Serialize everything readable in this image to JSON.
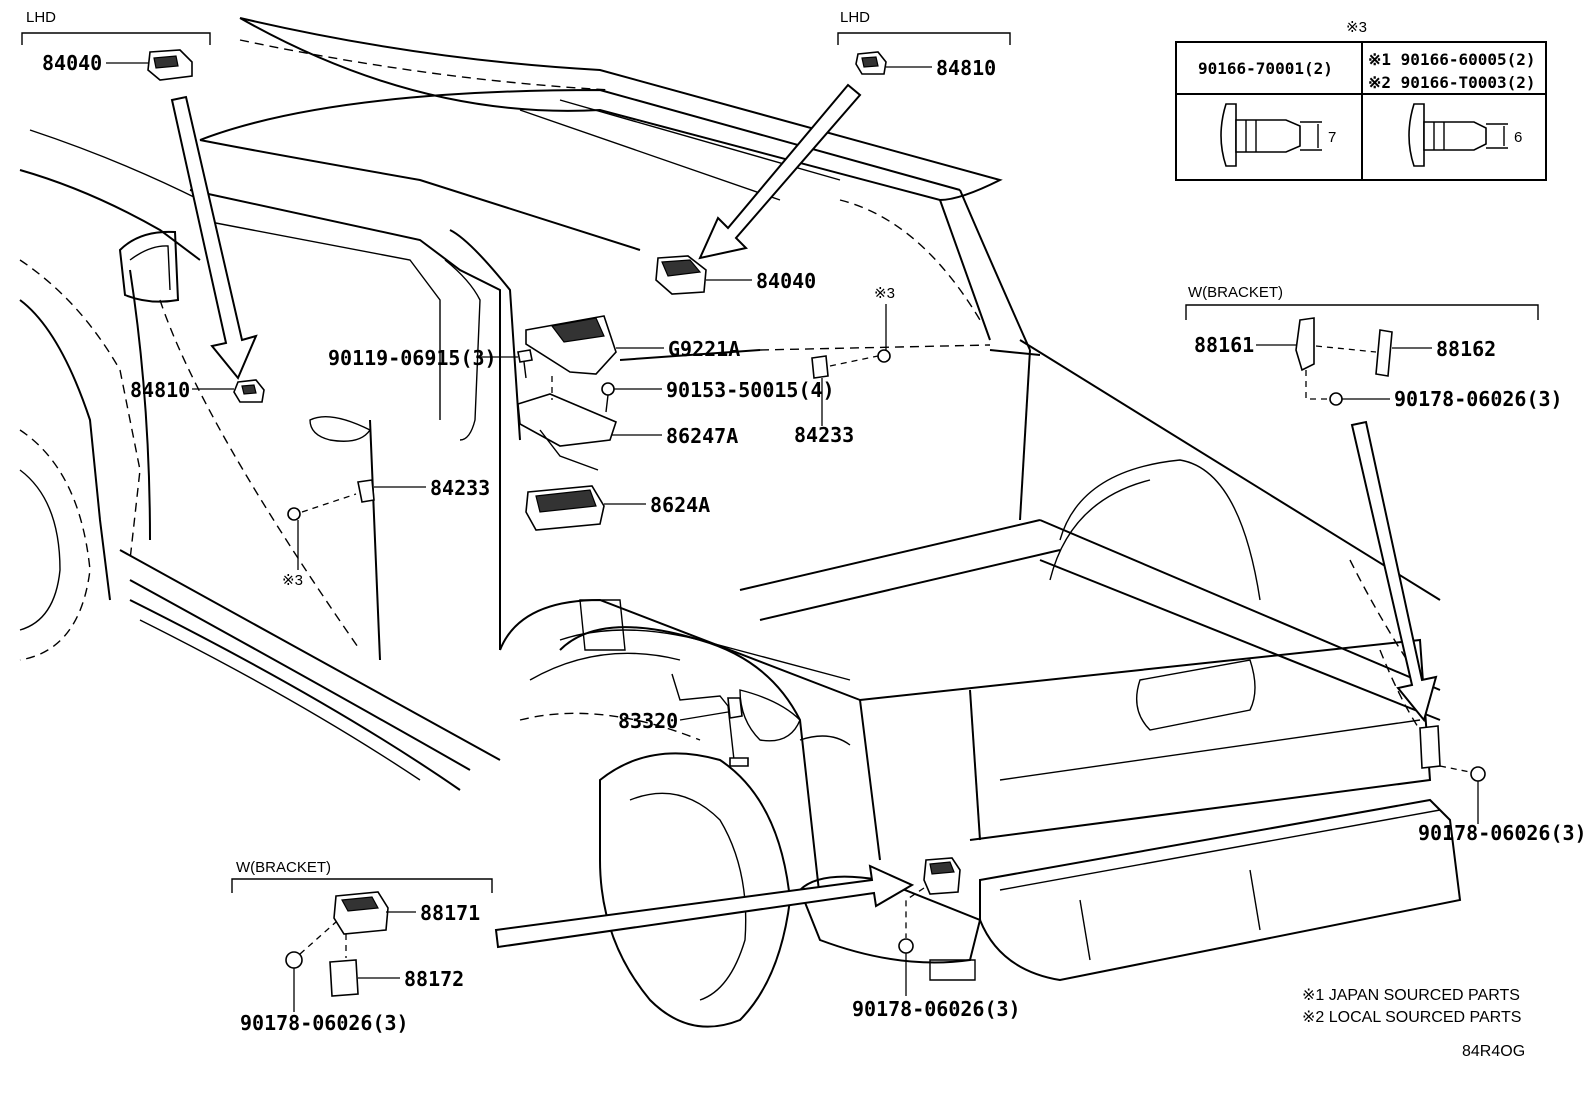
{
  "diagram": {
    "code": "84R4OG",
    "brackets": [
      {
        "id": "lhd_left",
        "text": "LHD"
      },
      {
        "id": "lhd_top",
        "text": "LHD"
      },
      {
        "id": "w_bracket_right",
        "text": "W(BRACKET)"
      },
      {
        "id": "w_bracket_bottom",
        "text": "W(BRACKET)"
      }
    ],
    "callouts": {
      "p84040_top_left": "84040",
      "p84810_top": "84810",
      "p84040_center": "84040",
      "p84810_left": "84810",
      "pG9221A": "G9221A",
      "p90119": "90119-06915(3)",
      "p90153": "90153-50015(4)",
      "p86247A": "86247A",
      "p8624A": "8624A",
      "p84233_left": "84233",
      "p84233_right": "84233",
      "ref3_left": "※3",
      "ref3_right": "※3",
      "p83320": "83320",
      "p88161": "88161",
      "p88162": "88162",
      "p90178_right_top": "90178-06026(3)",
      "p90178_right_bottom": "90178-06026(3)",
      "p88171": "88171",
      "p88172": "88172",
      "p90178_bottom_left": "90178-06026(3)",
      "p90178_bottom_center": "90178-06026(3)"
    },
    "ref_table": {
      "title": "※3",
      "col1_part": "90166-70001(2)",
      "col2_row1": "※1  90166-60005(2)",
      "col2_row2": "※2  90166-T0003(2)",
      "dim1": "7",
      "dim2": "6"
    },
    "notes": [
      "※1 JAPAN SOURCED PARTS",
      "※2 LOCAL SOURCED PARTS"
    ]
  }
}
